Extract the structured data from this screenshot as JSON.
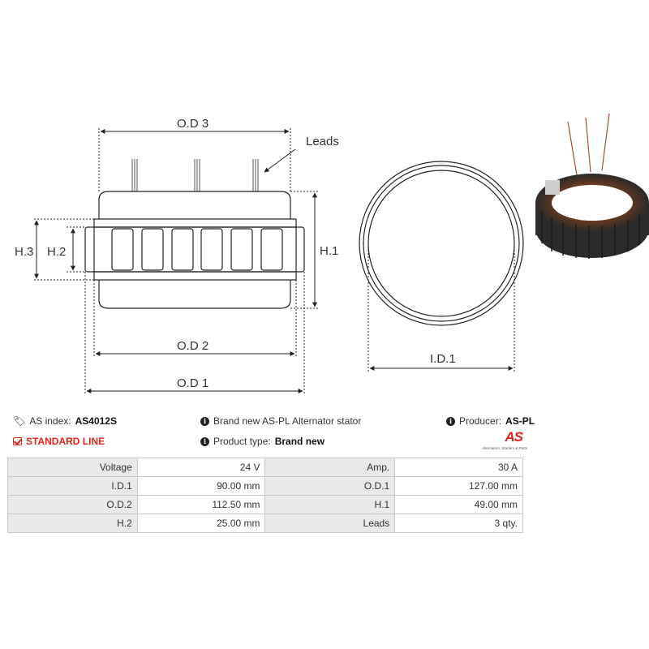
{
  "diagram": {
    "od3_label": "O.D 3",
    "leads_label": "Leads",
    "h3_label": "H.3",
    "h2_label": "H.2",
    "h1_label": "H.1",
    "od2_label": "O.D 2",
    "od1_label": "O.D 1",
    "id1_label": "I.D.1"
  },
  "info": {
    "as_index_label": "AS index:",
    "as_index_value": "AS4012S",
    "standard_line": "STANDARD LINE",
    "description": "Brand new AS-PL Alternator stator",
    "product_type_label": "Product type:",
    "product_type_value": "Brand new",
    "producer_label": "Producer:",
    "producer_value": "AS-PL",
    "logo_text": "AS",
    "logo_subtitle": "Alternators, Starters & Parts"
  },
  "specs": [
    {
      "l1": "Voltage",
      "v1": "24 V",
      "l2": "Amp.",
      "v2": "30 A"
    },
    {
      "l1": "I.D.1",
      "v1": "90.00 mm",
      "l2": "O.D.1",
      "v2": "127.00 mm"
    },
    {
      "l1": "O.D.2",
      "v1": "112.50 mm",
      "l2": "H.1",
      "v2": "49.00  mm"
    },
    {
      "l1": "H.2",
      "v1": "25.00 mm",
      "l2": "Leads",
      "v2": "3 qty."
    }
  ],
  "colors": {
    "accent_red": "#e32219",
    "label_bg": "#e9e9e9",
    "border": "#c8c8c8"
  }
}
